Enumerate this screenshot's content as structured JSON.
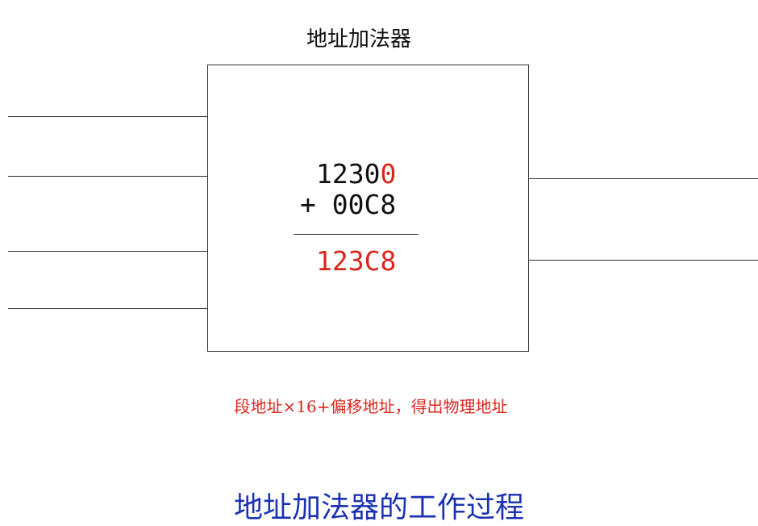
{
  "diagram": {
    "title": "地址加法器",
    "segment_value": {
      "prefix": "1230",
      "shifted_digit": "0"
    },
    "offset_line": "+ 00C8",
    "result": "123C8",
    "note": "段地址×16+偏移地址，得出物理地址",
    "caption": "地址加法器的工作过程",
    "colors": {
      "highlight": "#d9261c",
      "caption": "#1b33b0",
      "line": "#333333"
    }
  }
}
